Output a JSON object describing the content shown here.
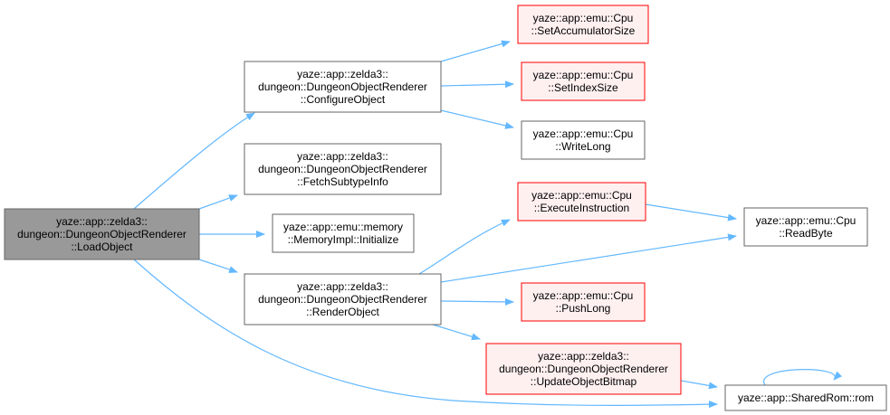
{
  "colors": {
    "edge": "#63b8ff",
    "node_default_fill": "#ffffff",
    "node_default_stroke": "#666666",
    "node_truncated_fill": "#fff0f0",
    "node_truncated_stroke": "#ff0000",
    "node_root_fill": "#999999",
    "node_root_stroke": "#666666"
  },
  "nodes": [
    {
      "id": "load",
      "style": "root",
      "lines": [
        "yaze::app::zelda3::",
        "dungeon::DungeonObjectRenderer",
        "::LoadObject"
      ]
    },
    {
      "id": "configure",
      "style": "default",
      "lines": [
        "yaze::app::zelda3::",
        "dungeon::DungeonObjectRenderer",
        "::ConfigureObject"
      ]
    },
    {
      "id": "fetch",
      "style": "default",
      "lines": [
        "yaze::app::zelda3::",
        "dungeon::DungeonObjectRenderer",
        "::FetchSubtypeInfo"
      ]
    },
    {
      "id": "meminit",
      "style": "default",
      "lines": [
        "yaze::app::emu::memory",
        "::MemoryImpl::Initialize"
      ]
    },
    {
      "id": "render",
      "style": "default",
      "lines": [
        "yaze::app::zelda3::",
        "dungeon::DungeonObjectRenderer",
        "::RenderObject"
      ]
    },
    {
      "id": "setacc",
      "style": "truncated",
      "lines": [
        "yaze::app::emu::Cpu",
        "::SetAccumulatorSize"
      ]
    },
    {
      "id": "setidx",
      "style": "truncated",
      "lines": [
        "yaze::app::emu::Cpu",
        "::SetIndexSize"
      ]
    },
    {
      "id": "writelong",
      "style": "default",
      "lines": [
        "yaze::app::emu::Cpu",
        "::WriteLong"
      ]
    },
    {
      "id": "execinstr",
      "style": "truncated",
      "lines": [
        "yaze::app::emu::Cpu",
        "::ExecuteInstruction"
      ]
    },
    {
      "id": "pushlong",
      "style": "truncated",
      "lines": [
        "yaze::app::emu::Cpu",
        "::PushLong"
      ]
    },
    {
      "id": "updatebmp",
      "style": "truncated",
      "lines": [
        "yaze::app::zelda3::",
        "dungeon::DungeonObjectRenderer",
        "::UpdateObjectBitmap"
      ]
    },
    {
      "id": "readbyte",
      "style": "default",
      "lines": [
        "yaze::app::emu::Cpu",
        "::ReadByte"
      ]
    },
    {
      "id": "rom",
      "style": "default",
      "lines": [
        "yaze::app::SharedRom::rom"
      ]
    }
  ],
  "edges": [
    {
      "from": "load",
      "to": "configure"
    },
    {
      "from": "load",
      "to": "fetch"
    },
    {
      "from": "load",
      "to": "meminit"
    },
    {
      "from": "load",
      "to": "render"
    },
    {
      "from": "load",
      "to": "rom"
    },
    {
      "from": "configure",
      "to": "setacc"
    },
    {
      "from": "configure",
      "to": "setidx"
    },
    {
      "from": "configure",
      "to": "writelong"
    },
    {
      "from": "render",
      "to": "execinstr"
    },
    {
      "from": "render",
      "to": "readbyte"
    },
    {
      "from": "render",
      "to": "pushlong"
    },
    {
      "from": "render",
      "to": "updatebmp"
    },
    {
      "from": "execinstr",
      "to": "readbyte"
    },
    {
      "from": "updatebmp",
      "to": "rom"
    },
    {
      "from": "rom",
      "to": "rom"
    }
  ]
}
